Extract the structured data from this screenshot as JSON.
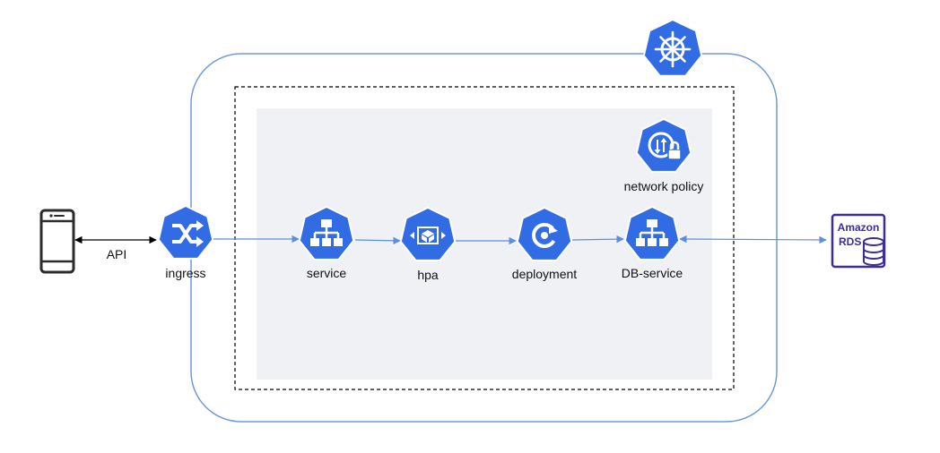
{
  "colors": {
    "k8s_blue": "#326ce5",
    "cluster_border": "#6f9ad8",
    "namespace_fill": "#f0f1f5",
    "rds_purple": "#3b2e95",
    "arrow_blue": "#5b8fd9",
    "arrow_black": "#000000"
  },
  "icons": {
    "cluster": "kubernetes-helm-icon",
    "client": "mobile-phone-icon",
    "ingress": "ingress-shuffle-icon",
    "service": "service-network-icon",
    "hpa": "hpa-cube-icon",
    "deployment": "deployment-refresh-icon",
    "db_service": "service-network-icon",
    "network_policy": "network-policy-lock-icon",
    "database": "amazon-rds-icon"
  },
  "labels": {
    "api": "API",
    "ingress": "ingress",
    "service": "service",
    "hpa": "hpa",
    "deployment": "deployment",
    "db_service": "DB-service",
    "network_policy": "network policy"
  },
  "rds": {
    "line1": "Amazon",
    "line2": "RDS"
  }
}
